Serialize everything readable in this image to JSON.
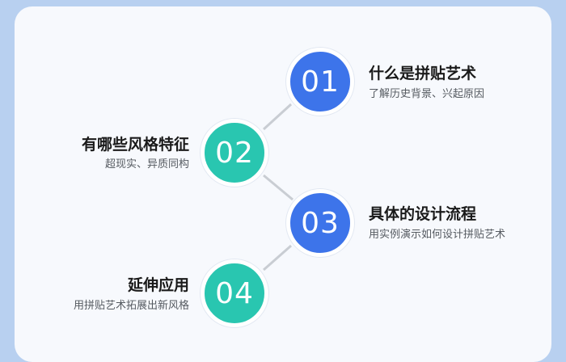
{
  "steps": [
    {
      "number": "01",
      "title": "什么是拼贴艺术",
      "description": "了解历史背景、兴起原因",
      "color": "#3d74ea"
    },
    {
      "number": "02",
      "title": "有哪些风格特征",
      "description": "超现实、异质同构",
      "color": "#29c6b0"
    },
    {
      "number": "03",
      "title": "具体的设计流程",
      "description": "用实例演示如何设计拼贴艺术",
      "color": "#3d74ea"
    },
    {
      "number": "04",
      "title": "延伸应用",
      "description": "用拼贴艺术拓展出新风格",
      "color": "#29c6b0"
    }
  ],
  "connector_color": "#c9cdd3",
  "background_color": "#b8d0f0",
  "card_color": "#f7f9fd"
}
